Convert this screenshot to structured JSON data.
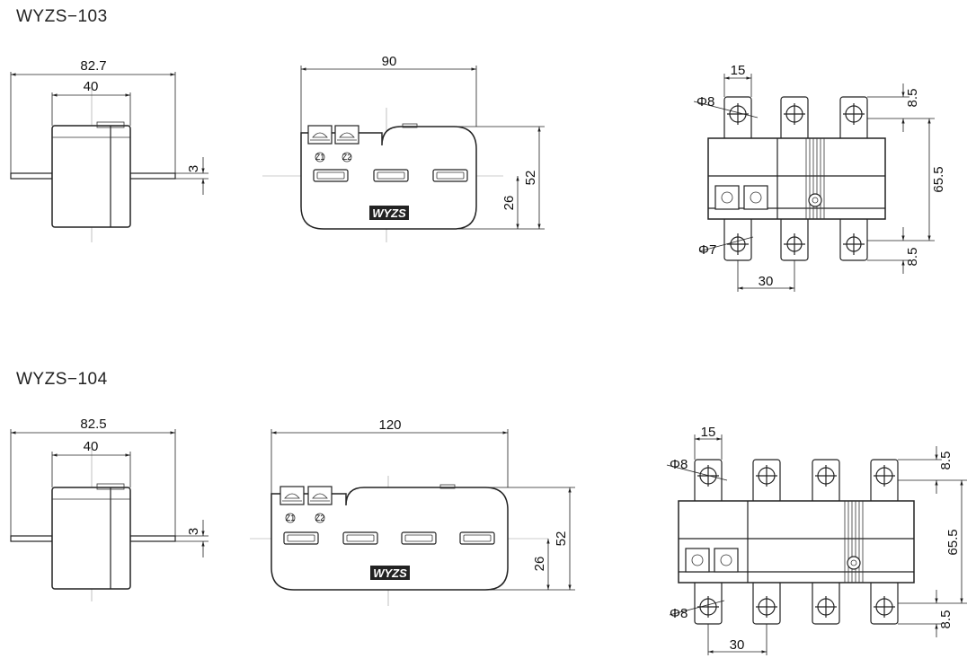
{
  "models": [
    {
      "title": "WYZS−103",
      "side": {
        "overall": "82.7",
        "body": "40",
        "rod": "3"
      },
      "front": {
        "width": "90",
        "height": "52",
        "center": "26",
        "label1": "Z1",
        "label2": "Z2",
        "logo": "WYZS"
      },
      "top": {
        "pitch": "15",
        "hole_top": "Φ8",
        "hole_bottom": "Φ7",
        "spacing": "30",
        "tab_top": "8.5",
        "middle": "65.5",
        "tab_bottom": "8.5"
      }
    },
    {
      "title": "WYZS−104",
      "side": {
        "overall": "82.5",
        "body": "40",
        "rod": "3"
      },
      "front": {
        "width": "120",
        "height": "52",
        "center": "26",
        "label1": "Z1",
        "label2": "Z2",
        "logo": "WYZS"
      },
      "top": {
        "pitch": "15",
        "hole_top": "Φ8",
        "hole_bottom": "Φ8",
        "spacing": "30",
        "tab_top": "8.5",
        "middle": "65.5",
        "tab_bottom": "8.5"
      }
    }
  ]
}
